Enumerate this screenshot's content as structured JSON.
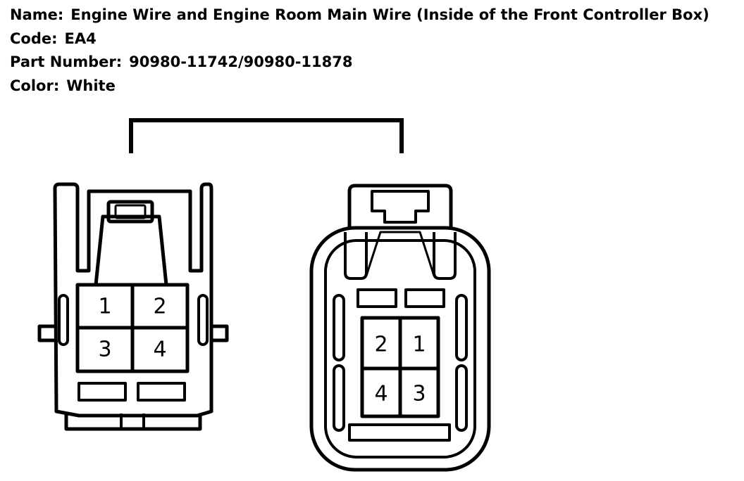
{
  "info": {
    "name_label": "Name:",
    "name_value": "Engine Wire and Engine Room Main Wire (Inside of the Front Controller Box)",
    "code_label": "Code:",
    "code_value": "EA4",
    "part_label": "Part Number:",
    "part_value": "90980-11742/90980-11878",
    "color_label": "Color:",
    "color_value": "White"
  },
  "left_connector": {
    "pins": [
      "1",
      "2",
      "3",
      "4"
    ]
  },
  "right_connector": {
    "pins": [
      "2",
      "1",
      "4",
      "3"
    ]
  }
}
